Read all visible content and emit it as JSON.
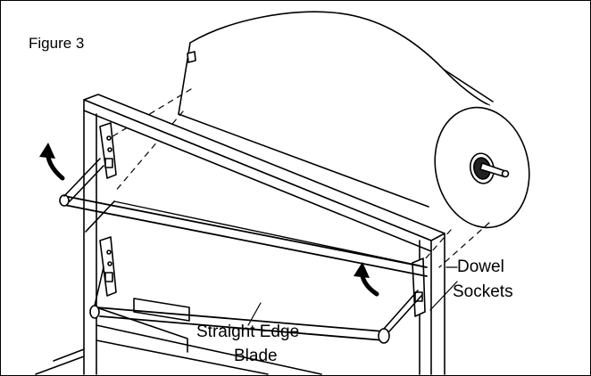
{
  "figure": {
    "title": "Figure 3",
    "labels": {
      "dowel_line1": "Dowel",
      "dowel_line2": "Sockets",
      "blade_line1": "Straight Edge",
      "blade_line2": "Blade"
    }
  },
  "colors": {
    "ink": "#000000",
    "paper": "#ffffff"
  },
  "icons": [
    "curved-arrow-icon",
    "curved-arrow-icon"
  ]
}
